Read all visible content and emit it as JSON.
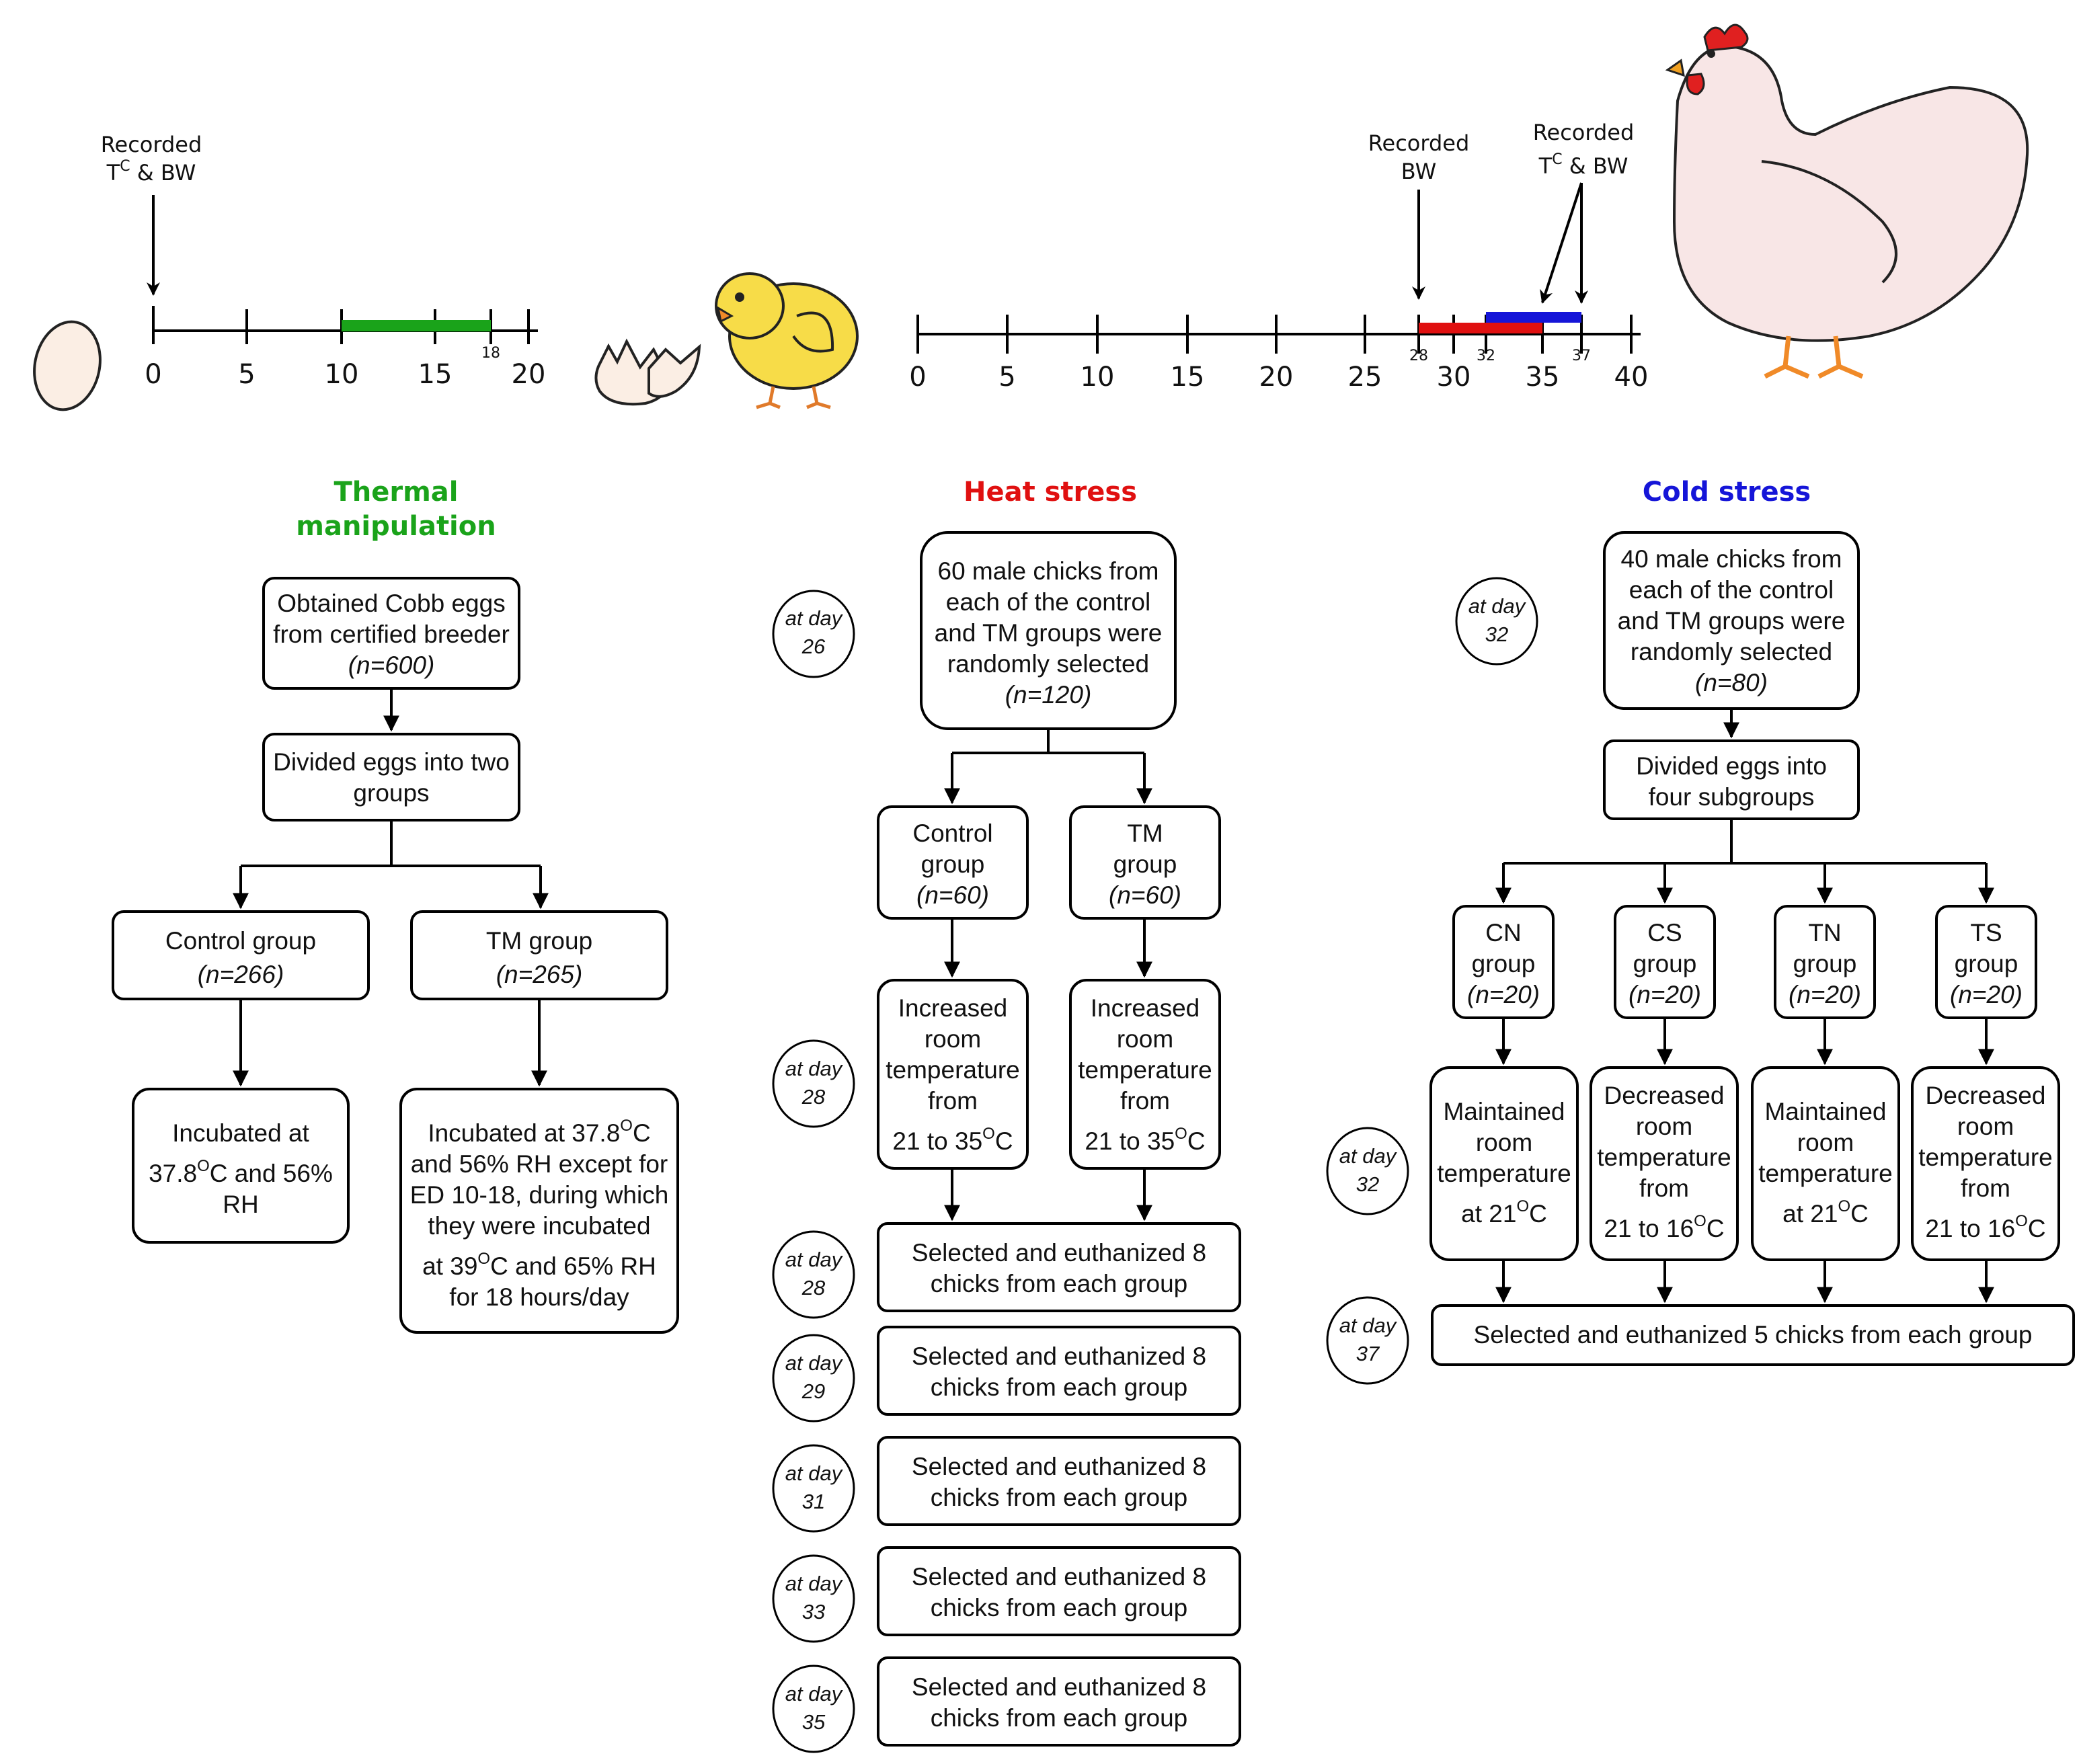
{
  "colors": {
    "tm": "#1aa31a",
    "heat": "#e01010",
    "cold": "#1515d8",
    "egg": "#fbeee4",
    "chick": "#f7dc48",
    "hen": "#f8e6e6"
  },
  "icons": [
    "egg-icon",
    "hatched-shell-icon",
    "chick-icon",
    "hen-icon"
  ],
  "timeline_left": {
    "ticks": [
      "0",
      "5",
      "10",
      "15",
      "20"
    ],
    "extra_tick": "18",
    "recorded": {
      "line1": "Recorded",
      "line2a": "T",
      "sup": "C",
      "line2b": " & BW"
    }
  },
  "timeline_right": {
    "ticks": [
      "0",
      "5",
      "10",
      "15",
      "20",
      "25",
      "30",
      "35",
      "40"
    ],
    "extra_ticks": [
      "28",
      "32",
      "37"
    ],
    "recorded_bw": {
      "line1": "Recorded",
      "line2": "BW"
    },
    "recorded_tc": {
      "line1": "Recorded",
      "line2a": "T",
      "sup": "C",
      "line2b": " & BW"
    }
  },
  "tm": {
    "title1": "Thermal",
    "title2": "manipulation",
    "box1": {
      "l1": "Obtained Cobb eggs",
      "l2": "from certified breeder",
      "n": "(n=600)"
    },
    "box2": {
      "l1": "Divided eggs into two",
      "l2": "groups"
    },
    "control": {
      "l1": "Control group",
      "n": "(n=266)"
    },
    "tmgroup": {
      "l1": "TM group",
      "n": "(n=265)"
    },
    "inc_control": {
      "l1": "Incubated at",
      "l2a": "37.8",
      "sup": "O",
      "l2b": "C and 56%",
      "l3": "RH"
    },
    "inc_tm": {
      "l1a": "Incubated at 37.8",
      "sup1": "O",
      "l1b": "C",
      "l2": "and 56% RH except for",
      "l3": "ED 10-18, during which",
      "l4": "they were incubated",
      "l5a": "at 39",
      "sup2": "O",
      "l5b": "C and 65% RH",
      "l6": "for 18 hours/day"
    }
  },
  "heat": {
    "title": "Heat stress",
    "day_label": "at day",
    "days": [
      "26",
      "28",
      "28",
      "29",
      "31",
      "33",
      "35"
    ],
    "box1": {
      "l1": "60 male chicks from",
      "l2": "each of the control",
      "l3": "and TM groups were",
      "l4": "randomly selected",
      "n": "(n=120)"
    },
    "control": {
      "l1": "Control",
      "l2": "group",
      "n": "(n=60)"
    },
    "tmgroup": {
      "l1": "TM",
      "l2": "group",
      "n": "(n=60)"
    },
    "increase": {
      "l1": "Increased",
      "l2": "room",
      "l3": "temperature",
      "l4": "from",
      "l5a": "21 to 35",
      "sup": "O",
      "l5b": "C"
    },
    "select": {
      "l1": "Selected and euthanized 8",
      "l2": "chicks from each group"
    }
  },
  "cold": {
    "title": "Cold stress",
    "day_label": "at day",
    "days": [
      "32",
      "32",
      "37"
    ],
    "box1": {
      "l1": "40 male chicks from",
      "l2": "each of the control",
      "l3": "and TM groups were",
      "l4": "randomly selected",
      "n": "(n=80)"
    },
    "box2": {
      "l1": "Divided eggs into",
      "l2": "four subgroups"
    },
    "groups": [
      {
        "l1": "CN",
        "l2": "group",
        "n": "(n=20)"
      },
      {
        "l1": "CS",
        "l2": "group",
        "n": "(n=20)"
      },
      {
        "l1": "TN",
        "l2": "group",
        "n": "(n=20)"
      },
      {
        "l1": "TS",
        "l2": "group",
        "n": "(n=20)"
      }
    ],
    "maintain": {
      "l1": "Maintained",
      "l2": "room",
      "l3": "temperature",
      "l4a": "at 21",
      "sup": "O",
      "l4b": "C"
    },
    "decrease": {
      "l1": "Decreased",
      "l2": "room",
      "l3": "temperature",
      "l4": "from",
      "l5a": "21 to 16",
      "sup": "O",
      "l5b": "C"
    },
    "select": "Selected and euthanized 5 chicks from each group"
  }
}
